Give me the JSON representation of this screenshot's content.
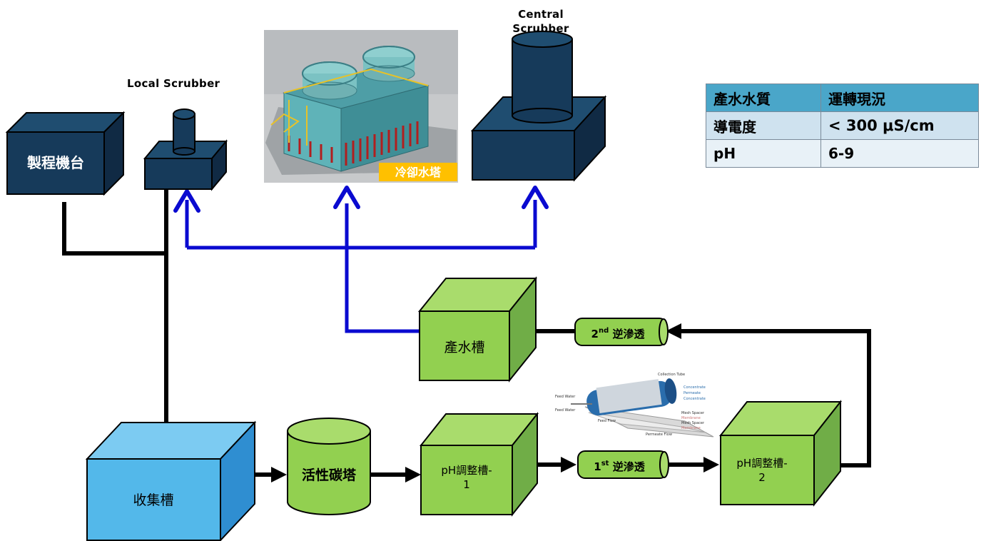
{
  "labels": {
    "local_scrubber": "Local Scrubber",
    "central_scrubber": "Central Scrubber",
    "cooling_tower": "冷卻水塔",
    "process_tool": "製程機台",
    "collection_tank": "收集槽",
    "carbon_tower": "活性碳塔",
    "ph_tank_1": "pH調整槽-1",
    "ph_tank_2": "pH調整槽-2",
    "product_tank": "產水槽",
    "ro_1st": {
      "base": "1",
      "sup": "st",
      "text": " 逆滲透"
    },
    "ro_2nd": {
      "base": "2",
      "sup": "nd",
      "text": " 逆滲透"
    }
  },
  "membrane_labels": [
    "Collection Tube",
    "Concentrate",
    "Permeate",
    "Concentrate",
    "Feed Water",
    "Feed Water",
    "Mesh Spacer",
    "Membrane",
    "Mesh Spacer",
    "Membrane",
    "Feed Flow",
    "Permeate Flow"
  ],
  "table": {
    "header": [
      "產水水質",
      "運轉現況"
    ],
    "rows": [
      [
        "導電度",
        "< 300 μS/cm"
      ],
      [
        "pH",
        "6-9"
      ]
    ]
  },
  "colors": {
    "navy_box": "#163a5a",
    "green_box": "#92d050",
    "blue_box": "#53b8ea",
    "flow_blue": "#0a0ad0",
    "flow_black": "#000000",
    "label_orange": "#ffc000"
  }
}
